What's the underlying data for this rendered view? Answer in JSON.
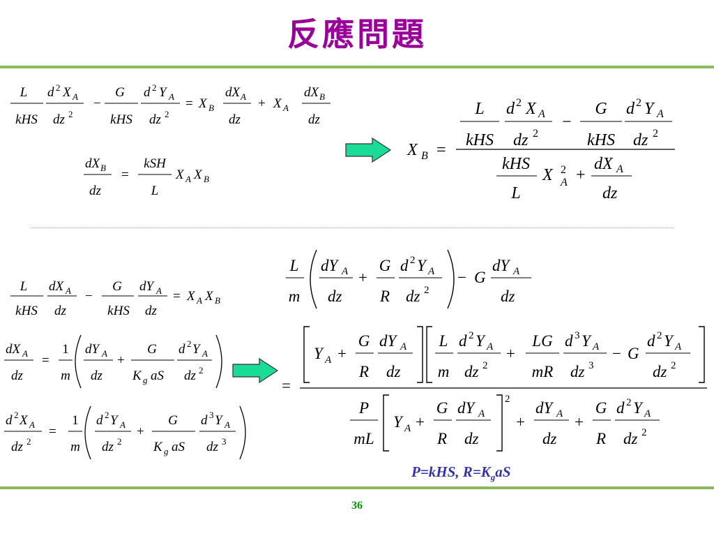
{
  "slide": {
    "title": "反應問題",
    "page_number": "36",
    "note_parts": [
      "P=kHS, R=K",
      "g",
      "aS"
    ]
  },
  "colors": {
    "title": "#990099",
    "rule": "#8ab85c",
    "arrow_fill": "#1adc96",
    "page_number": "#009900",
    "note": "#3333aa"
  },
  "equations": [
    "L/(kHS) d²X_A/dz² − G/(kHS) d²Y_A/dz² = X_B dX_A/dz + X_A dX_B/dz",
    "dX_B/dz = (kSH/L) X_A X_B",
    "X_B = [L/(kHS) d²X_A/dz² − G/(kHS) d²Y_A/dz²] / [(kHS/L) X_A² + dX_A/dz]",
    "L/(kHS) dX_A/dz − G/(kHS) dY_A/dz = X_A X_B",
    "dX_A/dz = (1/m)(dY_A/dz + G/(K_g aS) d²Y_A/dz²)",
    "d²X_A/dz² = (1/m)(d²Y_A/dz² + G/(K_g aS) d³Y_A/dz³)",
    "L/m (dY_A/dz + G/R d²Y_A/dz²) − G dY_A/dz = [Y_A + G/R dY_A/dz][L/m d²Y_A/dz² + LG/(mR) d³Y_A/dz³ − G d²Y_A/dz²] / (P/(mL)[Y_A + G/R dY_A/dz]² + dY_A/dz + G/R d²Y_A/dz²)"
  ]
}
